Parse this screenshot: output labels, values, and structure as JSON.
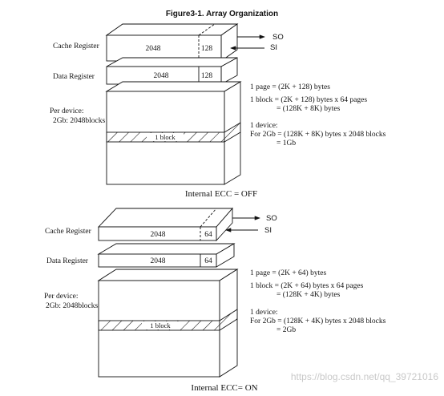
{
  "figure_title": "Figure3-1. Array Organization",
  "diagram_off": {
    "cache_register_label": "Cache Register",
    "data_register_label": "Data Register",
    "cache_main": "2048",
    "cache_spare": "128",
    "data_main": "2048",
    "data_spare": "128",
    "so_label": "SO",
    "si_label": "SI",
    "per_device_line1": "Per device:",
    "per_device_line2": "2Gb: 2048blocks",
    "block_label": "1 block",
    "notes": [
      "1 page  = (2K + 128) bytes",
      "1 block = (2K + 128) bytes x 64 pages",
      "= (128K + 8K) bytes",
      "1 device:",
      "For 2Gb = (128K + 8K) bytes x 2048 blocks",
      "= 1Gb"
    ],
    "caption": "Internal ECC = OFF"
  },
  "diagram_on": {
    "cache_register_label": "Cache Register",
    "data_register_label": "Data Register",
    "cache_main": "2048",
    "cache_spare": "64",
    "data_main": "2048",
    "data_spare": "64",
    "so_label": "SO",
    "si_label": "SI",
    "per_device_line1": "Per device:",
    "per_device_line2": "2Gb: 2048blocks",
    "block_label": "1 block",
    "notes": [
      "1 page  = (2K + 64) bytes",
      "1 block = (2K + 64) bytes x 64 pages",
      "= (128K + 4K) bytes",
      "1 device:",
      "For 2Gb = (128K + 4K) bytes x 2048 blocks",
      "= 2Gb"
    ],
    "caption": "Internal ECC= ON"
  },
  "watermark": "https://blog.csdn.net/qq_39721016"
}
